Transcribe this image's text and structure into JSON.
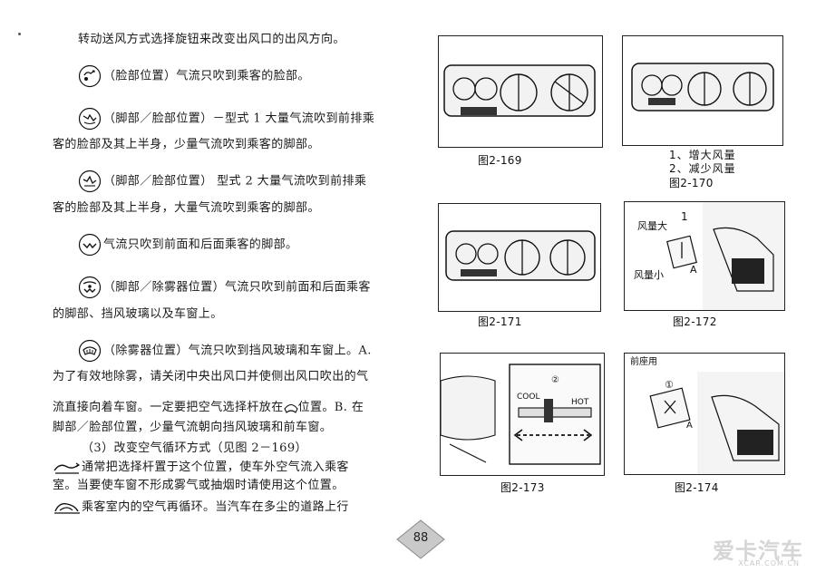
{
  "left_column": {
    "line_01": "转动送风方式选择旋钮来改变出风口的出风方向。",
    "line_02": "（脸部位置）气流只吹到乘客的脸部。",
    "line_03": "（脚部／脸部位置）－型式 1 大量气流吹到前排乘",
    "line_04": "客的脸部及其上半身，少量气流吹到乘客的脚部。",
    "line_05": "（脚部／脸部位置）  型式 2 大量气流吹到前排乘",
    "line_06": "客的脸部及其上半身，大量气流吹到乘客的脚部。",
    "line_07": "气流只吹到前面和后面乘客的脚部。",
    "line_08": "（脚部／除雾器位置）气流只吹到前面和后面乘客",
    "line_09": "的脚部、挡风玻璃以及车窗上。",
    "line_10": "（除雾器位置）气流只吹到挡风玻璃和车窗上。A.",
    "line_11": "为了有效地除雾，请关闭中央出风口并使侧出风口吹出的气",
    "line_12a": "流直接向着车窗。一定要把空气选择杆放在",
    "line_12b": "位置。B. 在",
    "line_13": "脚部／脸部位置，少量气流朝向挡风玻璃和前车窗。",
    "line_14": "（3）改变空气循环方式（见图 2－169）",
    "line_15": "通常把选择杆置于这个位置，使车外空气流入乘客",
    "line_16": "室。当要使车窗不形成雾气或抽烟时请使用这个位置。",
    "line_17": "乘客室内的空气再循环。当汽车在多尘的道路上行"
  },
  "page_number": "88",
  "figures": {
    "fig_169": {
      "caption": "图2-169"
    },
    "fig_170": {
      "legend_1": "1、增大风量",
      "legend_2": "2、减少风量",
      "caption": "图2-170"
    },
    "fig_171": {
      "caption": "图2-171"
    },
    "fig_172": {
      "label_more": "风量大",
      "label_less": "风量小",
      "marker_1": "1",
      "marker_a": "A",
      "caption": "图2-172"
    },
    "fig_173": {
      "label_cool": "COOL",
      "label_hot": "HOT",
      "marker_2": "②",
      "caption": "图2-173"
    },
    "fig_174": {
      "header": "前座用",
      "marker_1": "①",
      "marker_a": "A",
      "caption": "图2-174"
    }
  },
  "watermark": {
    "main": "爱卡汽车",
    "sub": "XCAR.COM.CN"
  }
}
